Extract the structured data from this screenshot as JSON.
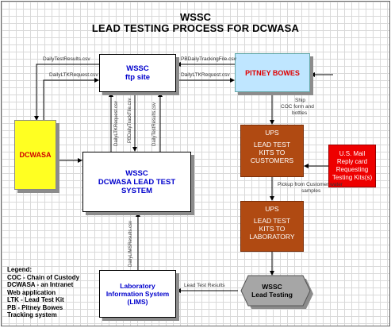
{
  "title": {
    "line1": "WSSC",
    "line2": "LEAD TESTING PROCESS FOR DCWASA"
  },
  "nodes": {
    "wssc_ftp": {
      "line1": "WSSC",
      "line2": "ftp site"
    },
    "pitney": {
      "label": "PITNEY BOWES"
    },
    "dcwasa": {
      "label": "DCWASA"
    },
    "dclt": {
      "line1": "WSSC",
      "line2": "DCWASA LEAD TEST",
      "line3": "SYSTEM"
    },
    "ups_customers": {
      "name": "UPS",
      "line1": "LEAD TEST",
      "line2": "KITS TO",
      "line3": "CUSTOMERS"
    },
    "ups_lab": {
      "name": "UPS",
      "line1": "LEAD TEST",
      "line2": "KITS TO",
      "line3": "LABORATORY"
    },
    "usmail": {
      "line1": "U.S. Mail",
      "line2": "Reply card",
      "line3": "Requesting",
      "line4": "Testing Kits(s)"
    },
    "lims": {
      "line1": "Laboratory",
      "line2": "Information System",
      "line3": "(LIMS)"
    },
    "wssc_lab": {
      "line1": "WSSC",
      "line2": "Lead Testing"
    }
  },
  "edge_labels": {
    "dailytest_to_dcwasa": "DailyTestResults.csv",
    "dailyltk_from_dcwasa": "DailyLTKRequest.csv",
    "pbdaily_from_pitney": "PBDailyTrackingFile.csv",
    "dailyltk_to_pitney": "DailyLTKRequest.csv",
    "v_dailyltk": "DailyLTKRequest.csv",
    "v_pbtrack": "PBDailyTrackFile.csv",
    "v_dailytest": "DailyTestResults.csv",
    "v_dailylims": "DailyLIMSResults.csv",
    "ship_line1": "Ship",
    "ship_line2": "COC form and",
    "ship_line3": "bottles",
    "pickup_line1": "Pickup from Customer water",
    "pickup_line2": "samples",
    "lead_test_results": "Lead Test Results"
  },
  "legend": {
    "heading": "Legend:",
    "items": [
      "COC - Chain of Custody",
      "DCWASA - an Intranet",
      "Web application",
      "LTK - Lead Test Kit",
      "PB - Pitney Bowes",
      "Tracking system"
    ]
  }
}
